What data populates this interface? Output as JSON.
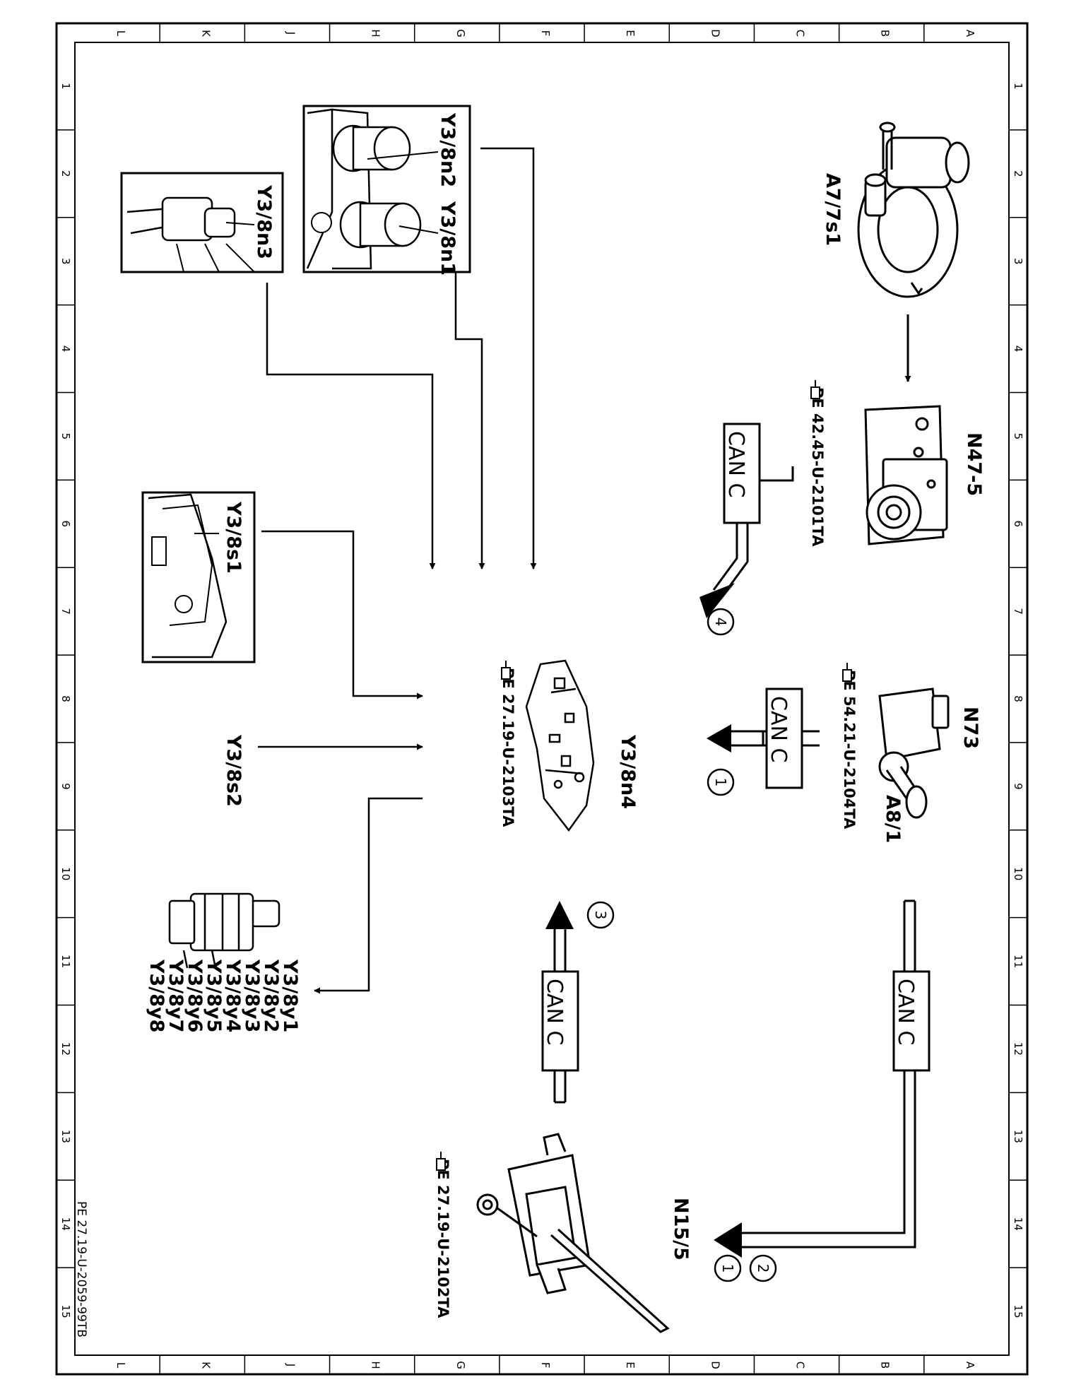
{
  "border": {
    "columns": [
      "L",
      "K",
      "J",
      "H",
      "G",
      "F",
      "E",
      "D",
      "C",
      "B",
      "A"
    ],
    "rows": [
      "1",
      "2",
      "3",
      "4",
      "5",
      "6",
      "7",
      "8",
      "9",
      "10",
      "11",
      "12",
      "13",
      "14",
      "15"
    ]
  },
  "doc_id": "PE 27.19-U-2059-99TB",
  "components": {
    "a7_7s1": "A7/7s1",
    "n47_5": "N47-5",
    "n47_5_ref": "PE 42.45-U-2101TA",
    "n73": "N73",
    "a8_1": "A8/1",
    "n73_ref": "PE 54.21-U-2104TA",
    "y3_8n4": "Y3/8n4",
    "y3_8n4_ref": "PE 27.19-U-2103TA",
    "n15_5": "N15/5",
    "n15_5_ref": "PE 27.19-U-2102TA",
    "y3_8n1": "Y3/8n1",
    "y3_8n2": "Y3/8n2",
    "y3_8n3": "Y3/8n3",
    "y3_8s1": "Y3/8s1",
    "y3_8s2": "Y3/8s2",
    "valves": [
      "Y3/8y1",
      "Y3/8y2",
      "Y3/8y3",
      "Y3/8y4",
      "Y3/8y5",
      "Y3/8y6",
      "Y3/8y7",
      "Y3/8y8"
    ]
  },
  "can_bus": {
    "label": "CAN C",
    "badges": {
      "one": "1",
      "two": "2",
      "three": "3",
      "four": "4"
    }
  }
}
